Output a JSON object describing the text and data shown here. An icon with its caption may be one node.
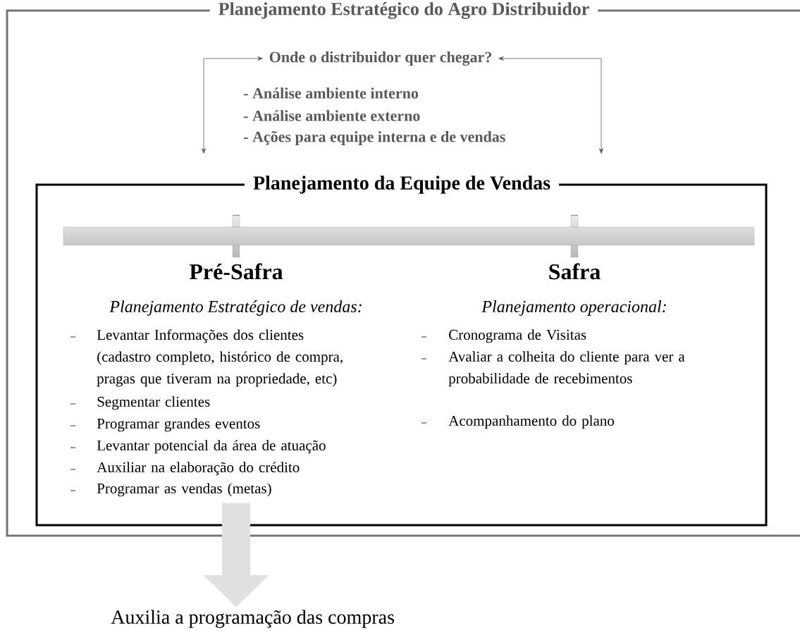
{
  "diagram": {
    "nodes": [
      {
        "text": [
          "Planejamento Estratégico do Agro Distribuidor"
        ]
      },
      {
        "text": [
          "Onde o distribuidor quer chegar?"
        ],
        "in": 0
      },
      {
        "text": [
          "Planejamento da Equipe de Vendas"
        ],
        "in": 0
      },
      {
        "text": [
          "Auxilia a programação das compras"
        ]
      }
    ],
    "edges": [
      {
        "from": 1,
        "to": 2,
        "arrow": "both"
      },
      {
        "from": 1,
        "to": 2,
        "arrow": "both"
      },
      {
        "from": 2,
        "to": 3,
        "arrow": "to",
        "style": "thick",
        "color": "#e0e0e0"
      }
    ],
    "labels": [
      "- Análise ambiente interno",
      "- Análise ambiente externo",
      "- Ações para equipe interna e de vendas",
      "Pré-Safra",
      "Safra",
      "Planejamento Estratégico de vendas:",
      "Planejamento operacional:",
      "Levantar Informações dos clientes (cadastro completo, histórico de compra, pragas que tiveram na propriedade, etc)",
      "Segmentar clientes",
      "Programar grandes eventos",
      "Levantar  potencial da área de atuação",
      "Auxiliar na elaboração do crédito",
      "Programar as vendas (metas)",
      "Cronograma de Visitas",
      "Avaliar a colheita do cliente para ver a probabilidade de recebimentos",
      "Acompanhamento do plano"
    ]
  }
}
